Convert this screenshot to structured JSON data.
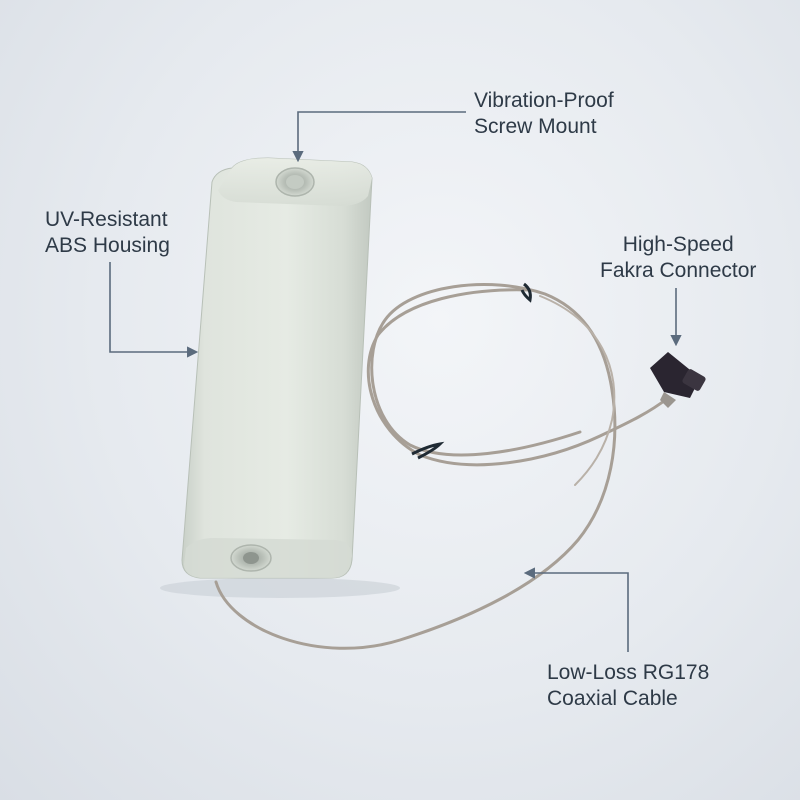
{
  "callouts": {
    "screw_mount": {
      "line1": "Vibration-Proof",
      "line2": "Screw Mount"
    },
    "housing": {
      "line1": "UV-Resistant",
      "line2": "ABS Housing"
    },
    "connector": {
      "line1": "High-Speed",
      "line2": "Fakra Connector"
    },
    "cable": {
      "line1": "Low-Loss RG178",
      "line2": "Coaxial Cable"
    }
  },
  "colors": {
    "text": "#2e3a47",
    "leader_line": "#5b6b7d",
    "housing": "#dde3dc",
    "connector": "#2a2530",
    "cable": "#a79f96",
    "background": "#e6eaef"
  }
}
